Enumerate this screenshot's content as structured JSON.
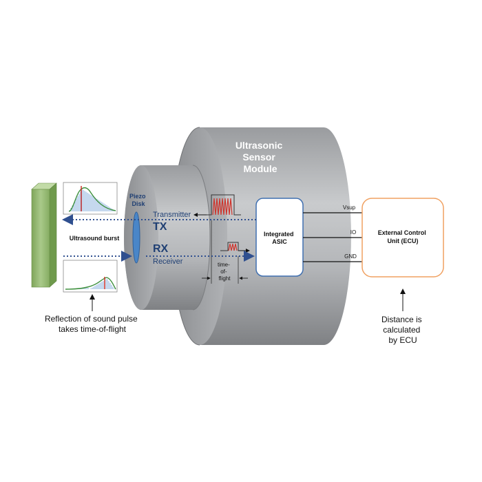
{
  "module_title": [
    "Ultrasonic",
    "Sensor",
    "Module"
  ],
  "piezo_label": [
    "Piezo",
    "Disk"
  ],
  "transmitter": "Transmitter",
  "tx": "TX",
  "rx": "RX",
  "receiver": "Receiver",
  "ultrasound_burst": "Ultrasound burst",
  "asic_label": [
    "Integrated",
    "ASIC"
  ],
  "tof_label": [
    "time-",
    "of-",
    "flight"
  ],
  "ecu_label": [
    "External Control",
    "Unit (ECU)"
  ],
  "signals": [
    "Vsup",
    "IO",
    "GND"
  ],
  "reflection_caption": [
    "Reflection of sound pulse",
    "takes time-of-flight"
  ],
  "distance_caption": [
    "Distance is",
    "calculated",
    "by ECU"
  ],
  "colors": {
    "cylinder_gray": "#b9bbbe",
    "dotted_arrow": "#2f4f8f",
    "label_blue": "#1f3f73",
    "piezo": "#4a86c8",
    "asic_border": "#3f6fb0",
    "ecu_border": "#f0a060",
    "pulse_red": "#d0332b",
    "wall_green": "#8fb46a"
  }
}
